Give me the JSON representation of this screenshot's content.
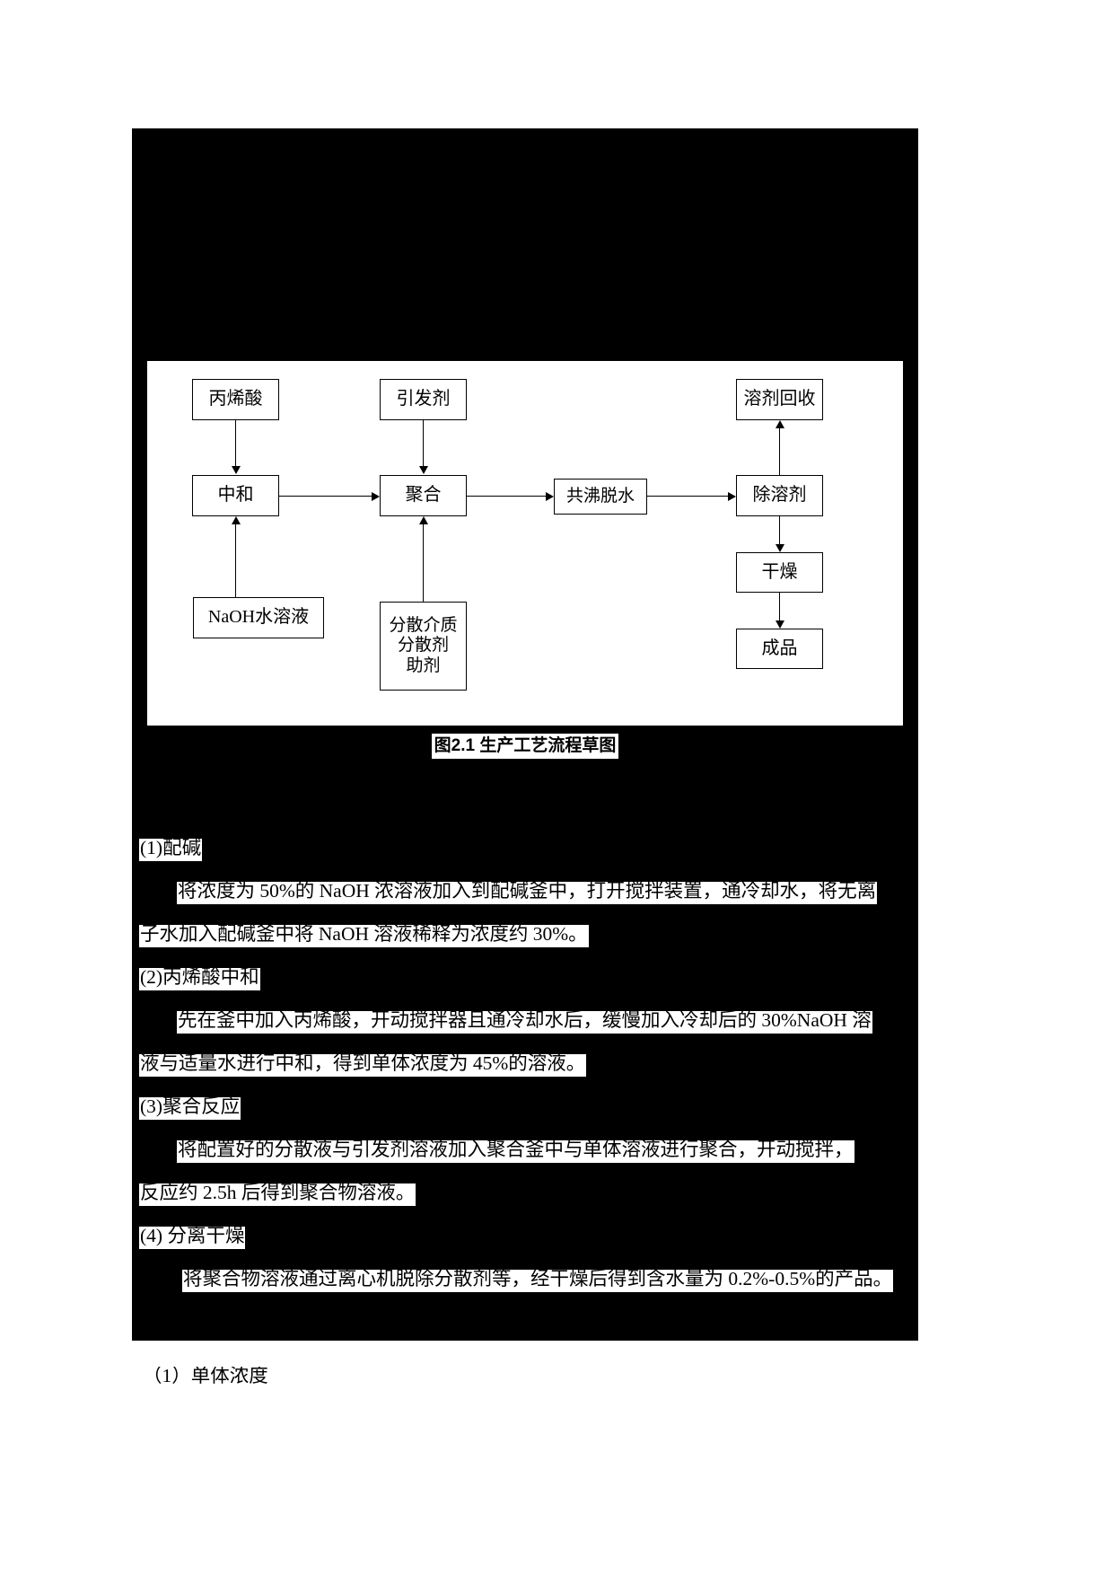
{
  "figure": {
    "caption": "图2.1 生产工艺流程草图",
    "nodes": [
      {
        "id": "acrylic-acid",
        "label": "丙烯酸"
      },
      {
        "id": "initiator",
        "label": "引发剂"
      },
      {
        "id": "solvent-recovery",
        "label": "溶剂回收"
      },
      {
        "id": "neutralization",
        "label": "中和"
      },
      {
        "id": "polymerization",
        "label": "聚合"
      },
      {
        "id": "azeotropic-dehydration",
        "label": "共沸脱水"
      },
      {
        "id": "solvent-removal",
        "label": "除溶剂"
      },
      {
        "id": "naoh-solution",
        "label": "NaOH水溶液"
      },
      {
        "id": "drying",
        "label": "干燥"
      },
      {
        "id": "dispersant-box-line1",
        "label": "分散介质"
      },
      {
        "id": "dispersant-box-line2",
        "label": "分散剂"
      },
      {
        "id": "dispersant-box-line3",
        "label": "助剂"
      },
      {
        "id": "finished-product",
        "label": "成品"
      }
    ]
  },
  "body": {
    "s1_heading": "(1)配碱",
    "s1_p_l1": "将浓度为 50%的 NaOH 浓溶液加入到配碱釜中，打开搅拌装置，通冷却水，将无离",
    "s1_p_l2": "子水加入配碱釜中将 NaOH 溶液稀释为浓度约 30%。",
    "s2_heading": "(2)丙烯酸中和",
    "s2_p_l1": "先在釜中加入丙烯酸，开动搅拌器且通冷却水后，缓慢加入冷却后的 30%NaOH 溶",
    "s2_p_l2": "液与适量水进行中和，得到单体浓度为 45%的溶液。",
    "s3_heading": "(3)聚合反应",
    "s3_p_l1": "将配置好的分散液与引发剂溶液加入聚合釜中与单体溶液进行聚合，开动搅拌，",
    "s3_p_l2": "反应约 2.5h 后得到聚合物溶液。",
    "s4_heading": "(4) 分离干燥",
    "s4_p_l1": "将聚合物溶液通过离心机脱除分散剂等，经干燥后得到含水量为 0.2%-0.5%的产品。",
    "s5_heading": "（1）单体浓度"
  }
}
